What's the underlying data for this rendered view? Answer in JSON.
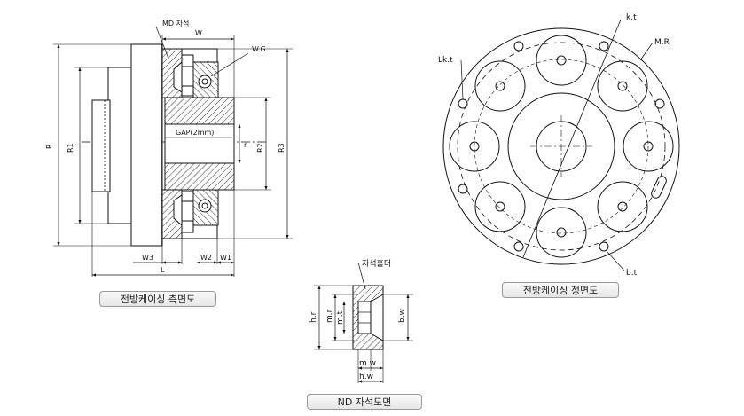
{
  "side_view": {
    "caption": "전방케이싱 측면도",
    "labels": {
      "md_magnet": "MD 자석",
      "w": "W",
      "wg": "W.G",
      "gap": "GAP(2mm)",
      "r_big": "R",
      "r1": "R1",
      "r2": "R2",
      "r3": "R3",
      "r_small": "r",
      "w3": "W3",
      "w2": "W2",
      "w1": "W1",
      "l": "L"
    }
  },
  "front_view": {
    "caption": "전방케이싱 정면도",
    "labels": {
      "kt": "k.t",
      "mr": "M.R",
      "lkt": "Lk.t",
      "bt": "b.t"
    }
  },
  "nd_view": {
    "caption": "ND 자석도면",
    "labels": {
      "holder": "자석홀더",
      "hr": "h.r",
      "mr": "m.r",
      "mt": "m.t",
      "bw": "b.w",
      "mw": "m.w",
      "hw": "h.w"
    }
  }
}
